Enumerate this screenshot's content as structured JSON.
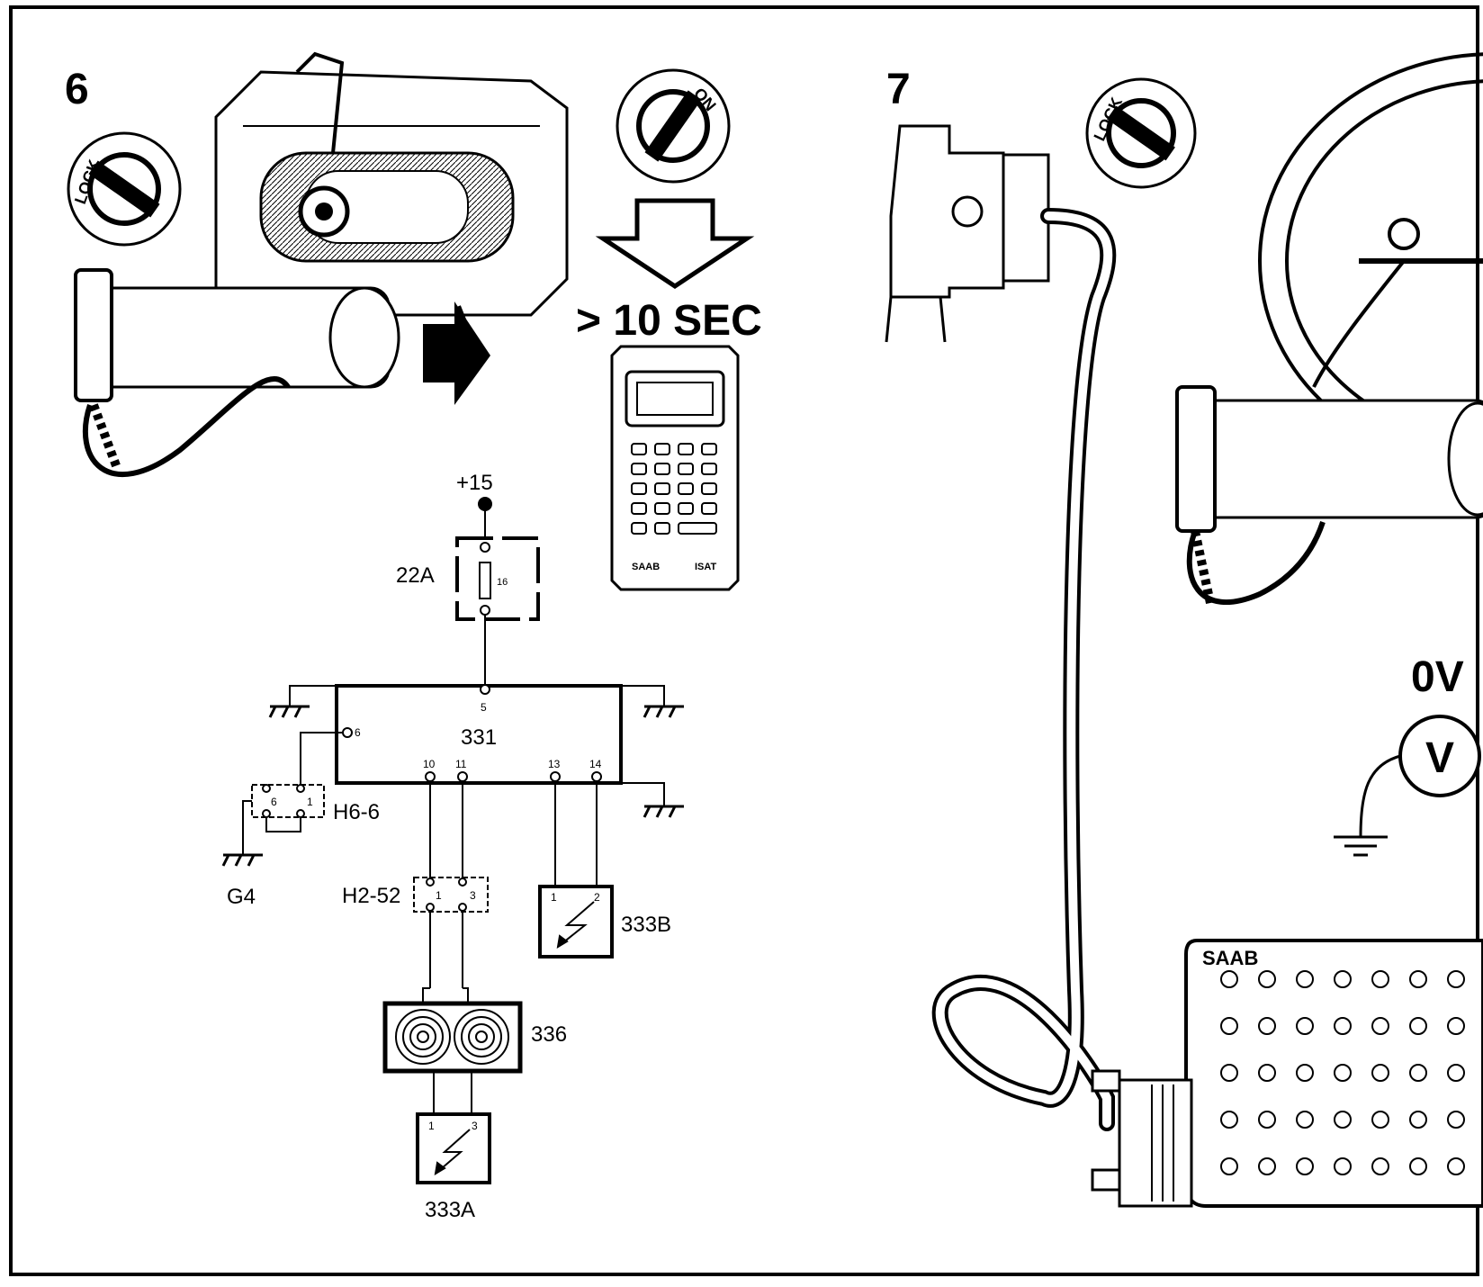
{
  "steps": {
    "left": "6",
    "right": "7"
  },
  "ignition": {
    "lock": "LOCK",
    "on": "ON"
  },
  "timer": "> 10 SEC",
  "tester": {
    "brand": "SAAB",
    "model": "ISAT"
  },
  "schematic": {
    "supply": "+15",
    "fuse": {
      "label": "22A",
      "number": "16"
    },
    "control_unit": {
      "label": "331",
      "pins": {
        "p5": "5",
        "p6": "6",
        "p10": "10",
        "p11": "11",
        "p13": "13",
        "p14": "14"
      }
    },
    "conn_h66": {
      "label": "H6-6",
      "pins": {
        "a": "6",
        "b": "1"
      }
    },
    "ground_g4": "G4",
    "conn_h252": {
      "label": "H2-52",
      "pins": {
        "a": "1",
        "b": "3"
      }
    },
    "pretensioner_b": {
      "label": "333B",
      "pins": {
        "a": "1",
        "b": "2"
      }
    },
    "contact_reel": {
      "label": "336"
    },
    "pretensioner_a": {
      "label": "333A",
      "pins": {
        "a": "1",
        "b": "3"
      }
    }
  },
  "voltmeter": {
    "reading": "0V",
    "symbol": "V"
  },
  "breakout_box": {
    "brand": "SAAB"
  }
}
